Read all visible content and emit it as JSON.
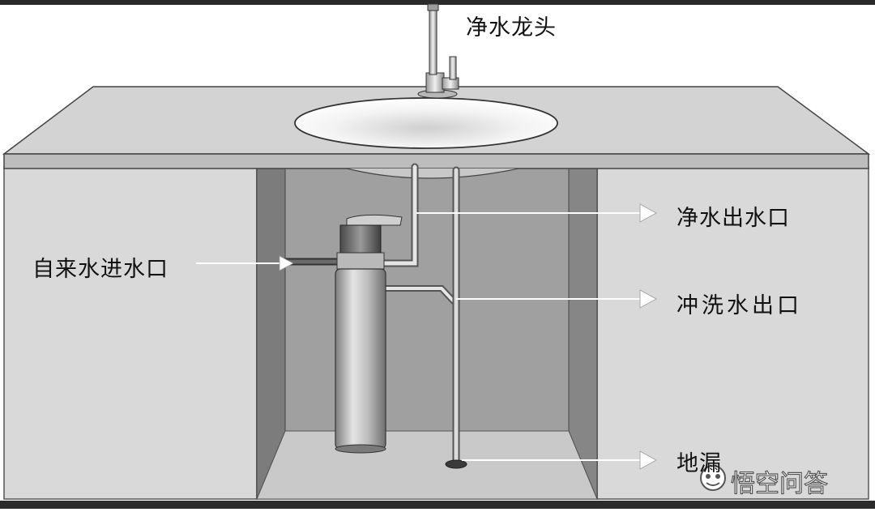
{
  "labels": {
    "faucet": "净水龙头",
    "purified_outlet": "净水出水口",
    "tap_inlet": "自来水进水口",
    "flush_outlet": "冲洗水出口",
    "floor_drain": "地漏"
  },
  "watermark": {
    "text": "悟空问答",
    "icon": "wukong-logo-icon"
  },
  "colors": {
    "countertop": "#d6d6d6",
    "cabinet_interior": "#8f8f8f",
    "filter_body": "#b5b5b5",
    "frame_bars": "#2b2b2b"
  }
}
